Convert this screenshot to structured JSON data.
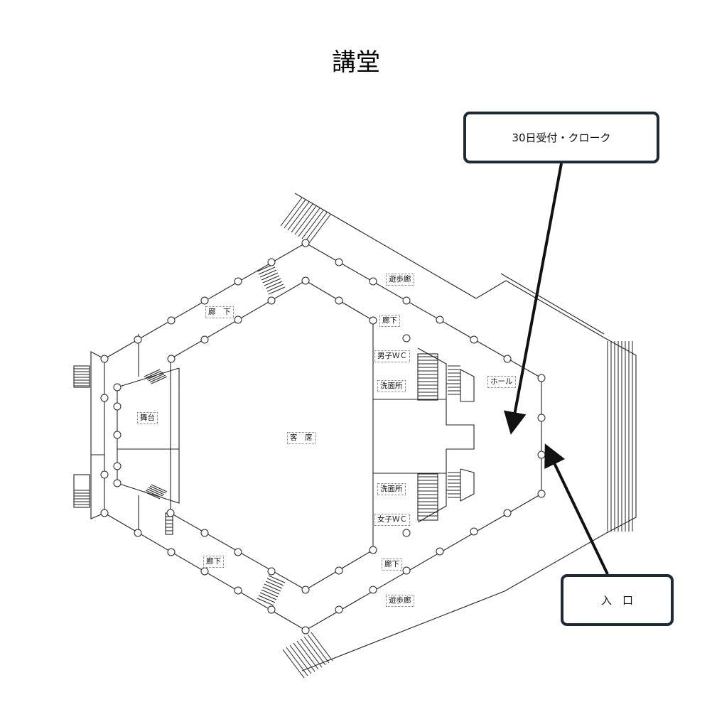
{
  "title": "講堂",
  "callouts": {
    "reception": "30日受付・クローク",
    "entrance": "入　口"
  },
  "rooms": {
    "promenade_top": "遊歩廊",
    "promenade_bottom": "遊歩廊",
    "corridor_top_left": "廊　下",
    "corridor_top_right": "廊下",
    "corridor_bottom_left": "廊下",
    "corridor_bottom_right": "廊下",
    "mens_wc": "男子ＷＣ",
    "washroom_top": "洗面所",
    "washroom_bottom": "洗面所",
    "womens_wc": "女子ＷＣ",
    "stage": "舞台",
    "audience": "客　席",
    "hall": "ホール"
  },
  "colors": {
    "line": "#222222",
    "callout_border": "#1e2a36",
    "arrow": "#111111"
  }
}
